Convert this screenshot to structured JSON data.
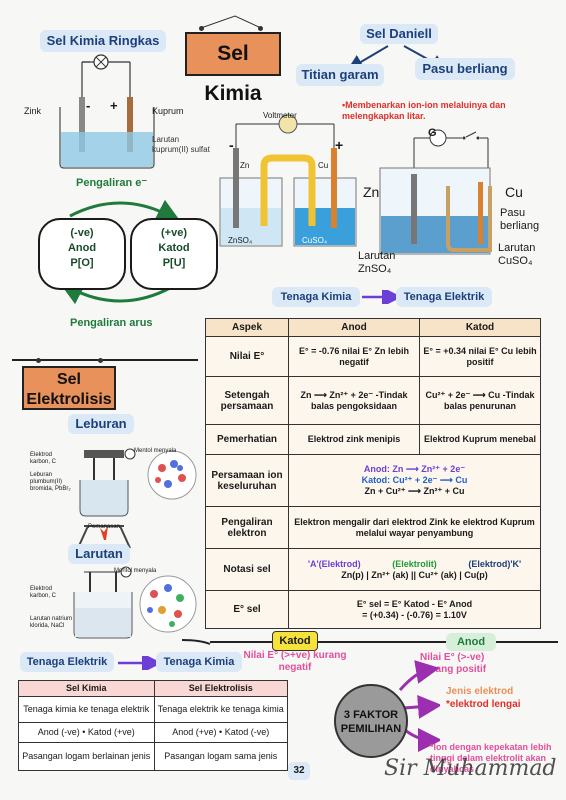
{
  "titles": {
    "sel_kimia": "Sel Kimia",
    "sel_kimia_ringkas": "Sel Kimia Ringkas",
    "sel_daniell": "Sel Daniell",
    "titian_garam": "Titian garam",
    "pasu_berliang": "Pasu berliang",
    "sel_elektrolisis": "Sel Elektrolisis",
    "leburan": "Leburan",
    "larutan": "Larutan"
  },
  "simple_cell": {
    "zink": "Zink",
    "kuprum": "Kuprum",
    "minus": "-",
    "plus": "+",
    "larutan": "Larutan kuprum(II) sulfat",
    "pengaliran_e": "Pengaliran e⁻",
    "pengaliran_arus": "Pengaliran arus",
    "anod": [
      "(-ve)",
      "Anod",
      "P[O]"
    ],
    "katod": [
      "(+ve)",
      "Katod",
      "P[U]"
    ]
  },
  "daniell": {
    "voltmeter": "Voltmeter",
    "minus": "-",
    "plus": "+",
    "zn": "Zn",
    "cu": "Cu",
    "znso4": "ZnSO₄",
    "cuso4": "CuSO₄",
    "note": "•Membenarkan ion-ion melaluinya dan melengkapkan litar.",
    "g": "G",
    "zn_big": "Zn",
    "cu_big": "Cu",
    "pasu": "Pasu berliang",
    "lar_znso4": "Larutan ZnSO₄",
    "lar_cuso4": "Larutan CuSO₄",
    "energy_from": "Tenaga Kimia",
    "energy_to": "Tenaga Elektrik"
  },
  "table": {
    "header": [
      "Aspek",
      "Anod",
      "Katod"
    ],
    "rows": [
      [
        "Nilai E°",
        "E° = -0.76 nilai E° Zn lebih negatif",
        "E° = +0.34 nilai E° Cu lebih positif"
      ],
      [
        "Setengah persamaan",
        "Zn ⟶ Zn²⁺ + 2e⁻ -Tindak balas pengoksidaan",
        "Cu²⁺ + 2e⁻ ⟶ Cu -Tindak balas penurunan"
      ],
      [
        "Pemerhatian",
        "Elektrod zink menipis",
        "Elektrod Kuprum menebal"
      ]
    ],
    "persamaan_label": "Persamaan ion keseluruhan",
    "persamaan_anod": "Anod: Zn ⟶ Zn²⁺ + 2e⁻",
    "persamaan_katod": "Katod: Cu²⁺ + 2e⁻ ⟶ Cu",
    "persamaan_total": "Zn + Cu²⁺ ⟶ Zn²⁺ + Cu",
    "pengaliran_label": "Pengaliran elektron",
    "pengaliran_text": "Elektron mengalir dari elektrod Zink ke elektrod Kuprum melalui wayar penyambung",
    "notasi_label": "Notasi sel",
    "notasi_a": "'A'(Elektrod)",
    "notasi_b": "(Elektrolit)",
    "notasi_c": "(Elektrod)'K'",
    "notasi_text": "Zn(p) | Zn²⁺ (ak) || Cu²⁺ (ak) | Cu(p)",
    "esel_label": "E° sel",
    "esel_text1": "E° sel = E° Katod - E° Anod",
    "esel_text2": "= (+0.34) - (-0.76) = 1.10V"
  },
  "electrolysis": {
    "leburan_labels": [
      "Elektrod karbon, C",
      "Leburan plumbum(II) bromida, PbBr₂",
      "Mentol menyala",
      "Pemanasan"
    ],
    "larutan_labels": [
      "Elektrod karbon, C",
      "Larutan natrium klorida, NaCl",
      "Mentol menyala"
    ]
  },
  "bottom": {
    "katod_tag": "Katod",
    "anod_tag": "Anod",
    "katod_note": "Nilai E° (>+ve) kurang negatif",
    "anod_note": "Nilai E° (>-ve) kurang positif",
    "energy_from": "Tenaga Elektrik",
    "energy_to": "Tenaga Kimia",
    "faktor": "3 FAKTOR PEMILIHAN",
    "jenis": "Jenis elektrod",
    "lengai": "*elektrod lengai",
    "ion": "*Ion dengan kepekatan lebih tinggi dalam elektrolit akan dinyahcas",
    "compare_header": [
      "Sel Kimia",
      "Sel Elektrolisis"
    ],
    "compare_rows": [
      [
        "Tenaga kimia ke tenaga elektrik",
        "Tenaga elektrik ke tenaga kimia"
      ],
      [
        "Anod (-ve) • Katod (+ve)",
        "Anod (+ve) • Katod (-ve)"
      ],
      [
        "Pasangan logam berlainan jenis",
        "Pasangan logam sama jenis"
      ]
    ],
    "page": "32",
    "signature": "Sir Muhammad"
  },
  "colors": {
    "accent_orange": "#e8915a",
    "energy_arrow": "#6b3fd6",
    "green": "#1f7a3c",
    "pink": "#e0509b",
    "red_note": "#e0302a"
  }
}
